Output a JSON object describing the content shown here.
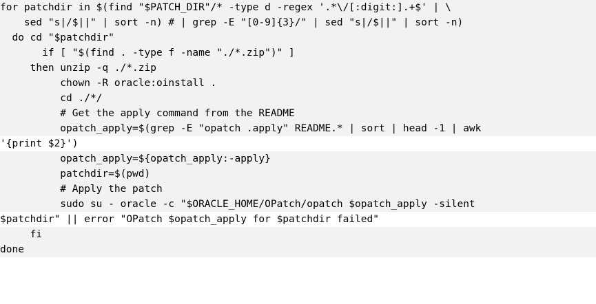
{
  "code": {
    "language": "bash",
    "lines": [
      "for patchdir in $(find \"$PATCH_DIR\"/* -type d -regex '.*\\/[:digit:].+$' | \\",
      "    sed \"s|/$||\" | sort -n) # | grep -E \"[0-9]{3}/\" | sed \"s|/$||\" | sort -n)",
      "  do cd \"$patchdir\"",
      "       if [ \"$(find . -type f -name \"./*.zip\")\" ]",
      "     then unzip -q ./*.zip",
      "          chown -R oracle:oinstall .",
      "          cd ./*/",
      "          # Get the apply command from the README",
      "          opatch_apply=$(grep -E \"opatch .apply\" README.* | sort | head -1 | awk",
      "'{print $2}')",
      "          opatch_apply=${opatch_apply:-apply}",
      "          patchdir=$(pwd)",
      "          # Apply the patch",
      "          sudo su - oracle -c \"$ORACLE_HOME/OPatch/opatch $opatch_apply -silent",
      "$patchdir\" || error \"OPatch $opatch_apply for $patchdir failed\"",
      "     fi",
      "done"
    ]
  }
}
